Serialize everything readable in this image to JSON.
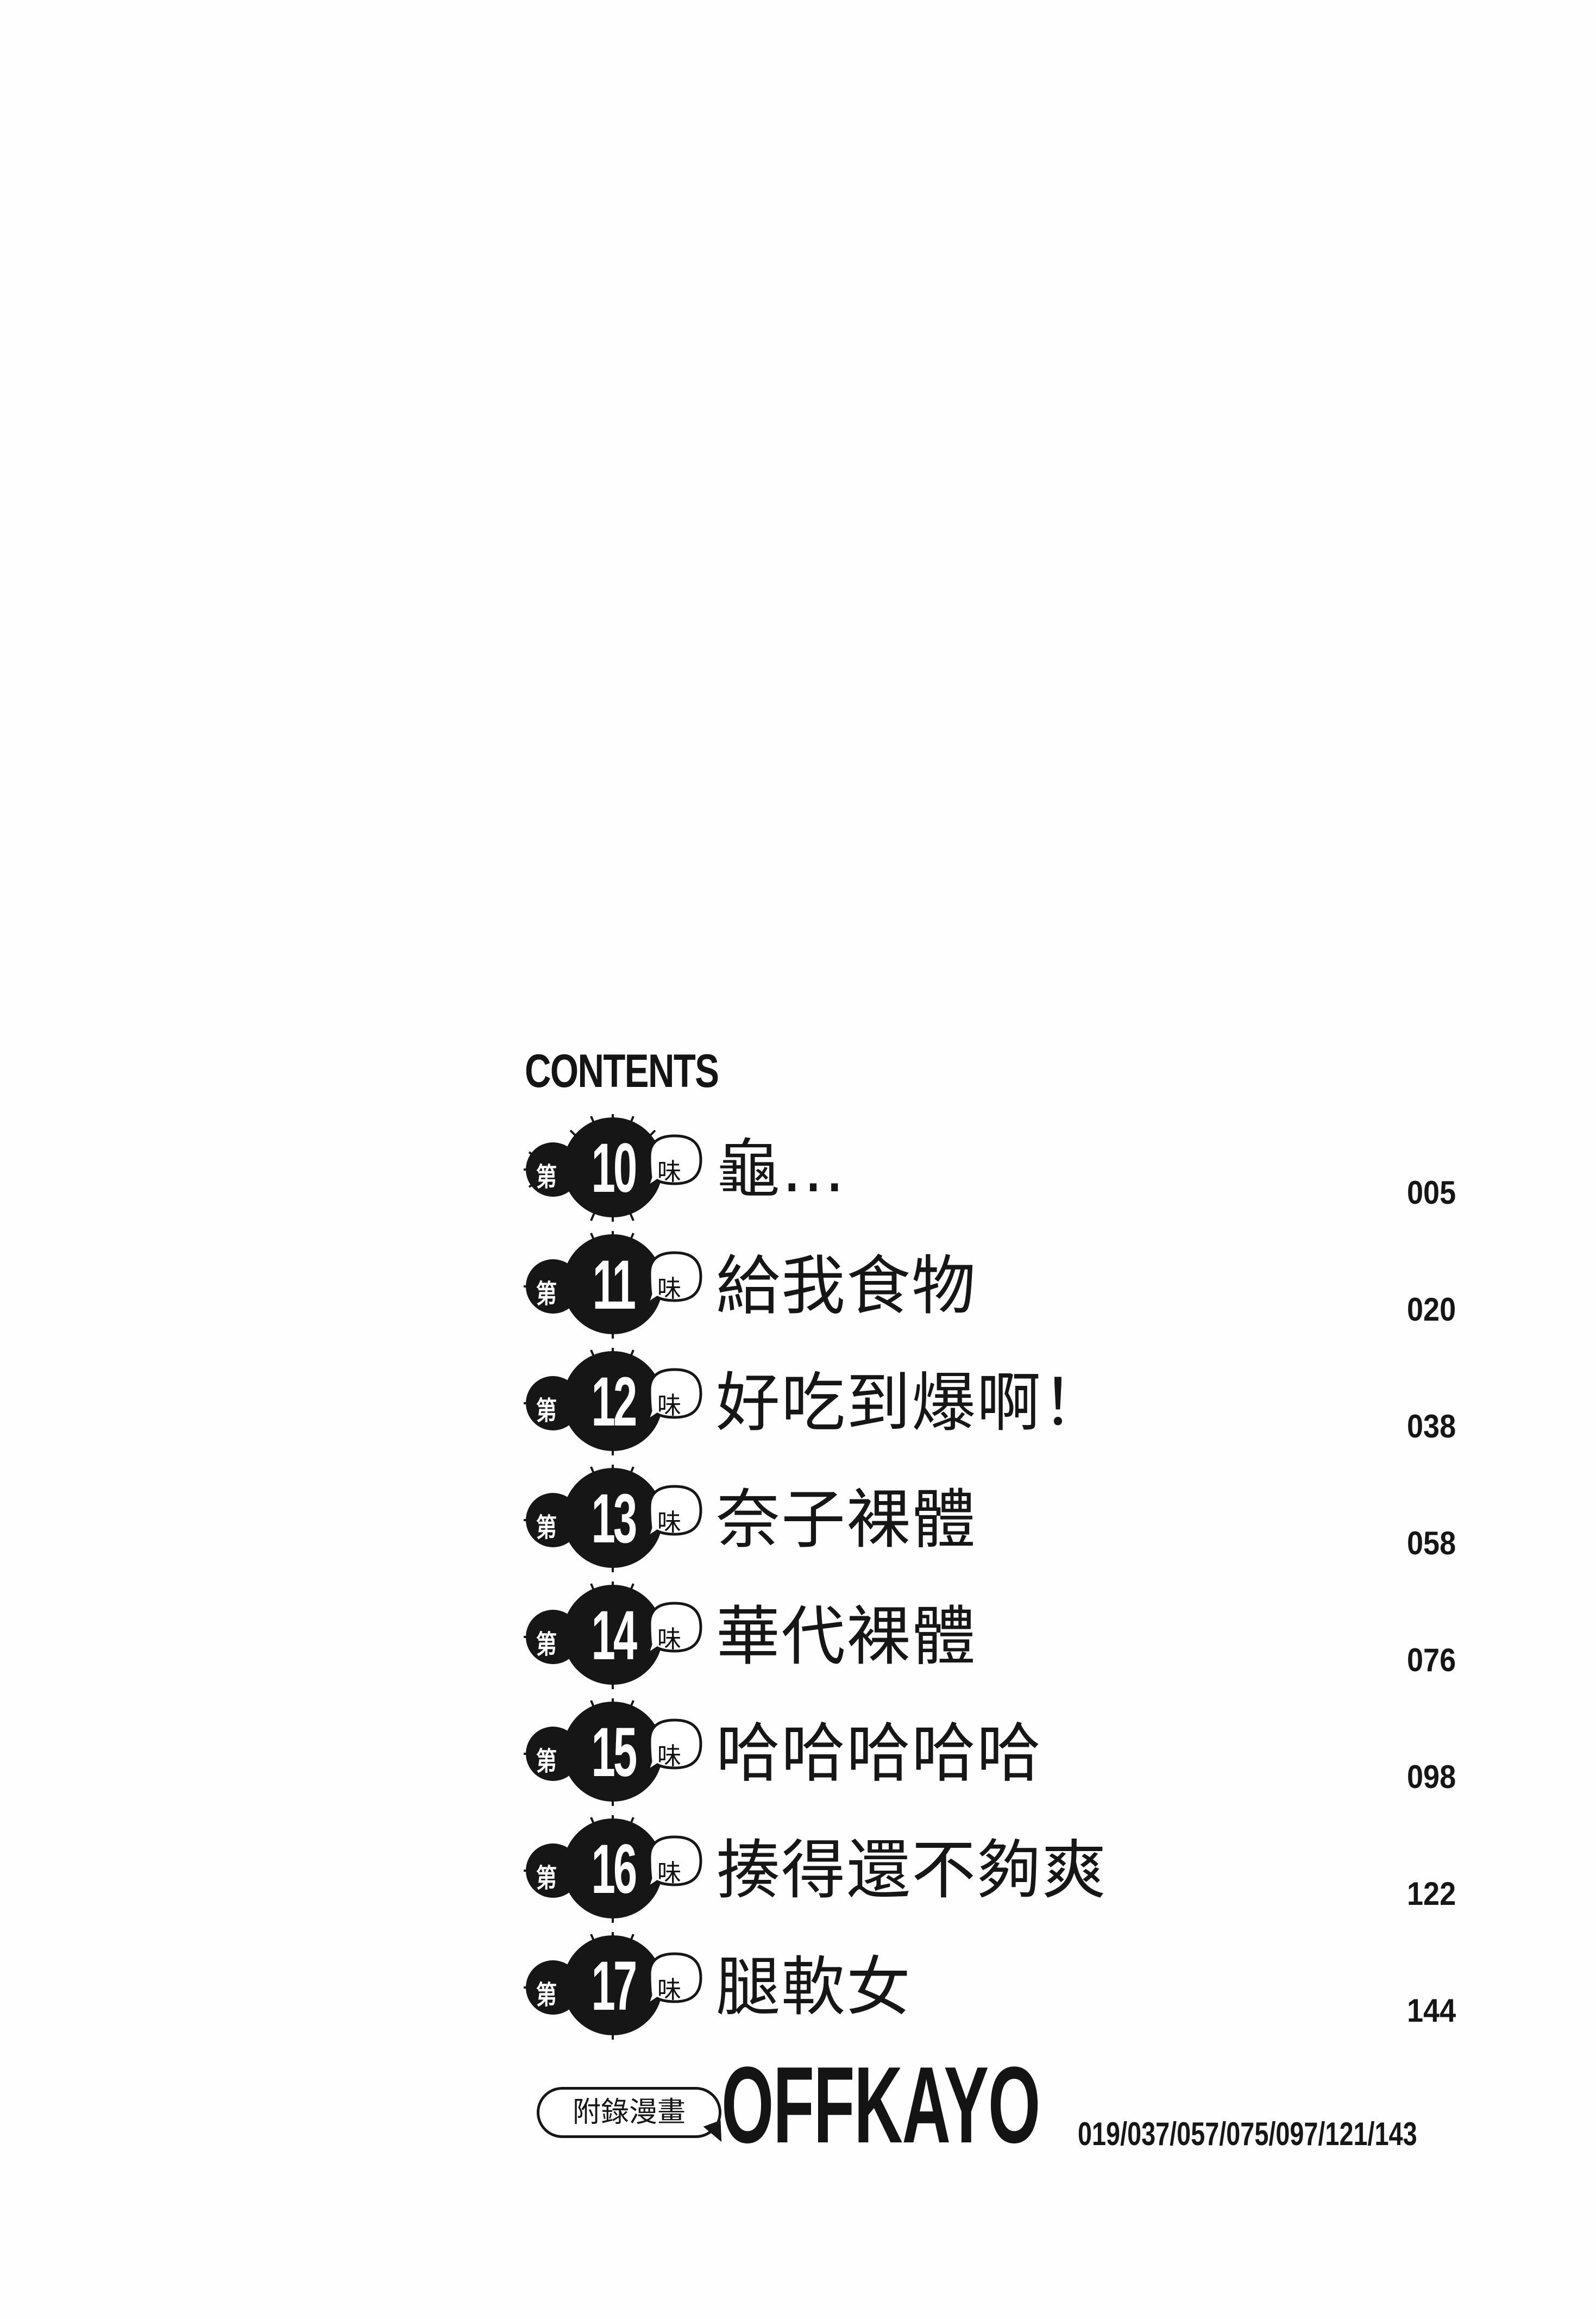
{
  "heading": "CONTENTS",
  "badge": {
    "prefix": "第",
    "suffix": "味"
  },
  "chapters": [
    {
      "number": "10",
      "title": "龜…",
      "page": "005"
    },
    {
      "number": "11",
      "title": "給我食物",
      "page": "020"
    },
    {
      "number": "12",
      "title": "好吃到爆啊！",
      "page": "038"
    },
    {
      "number": "13",
      "title": "奈子裸體",
      "page": "058"
    },
    {
      "number": "14",
      "title": "華代裸體",
      "page": "076"
    },
    {
      "number": "15",
      "title": "哈哈哈哈哈",
      "page": "098"
    },
    {
      "number": "16",
      "title": "揍得還不夠爽",
      "page": "122"
    },
    {
      "number": "17",
      "title": "腿軟女",
      "page": "144"
    }
  ],
  "extra": {
    "label": "附錄漫畫",
    "title": "OFFKAYO",
    "pages": "019/037/057/075/097/121/143"
  },
  "colors": {
    "ink": "#161616",
    "paper": "#fefefe"
  }
}
